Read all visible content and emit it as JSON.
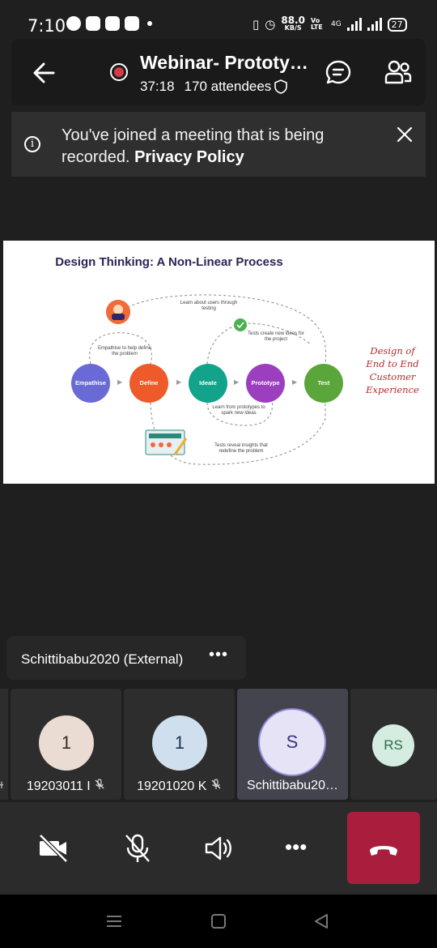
{
  "status_bar": {
    "time": "7:10",
    "net_speed_value": "88.0",
    "net_speed_unit": "KB/S",
    "volte": "Vo LTE",
    "network": "4G",
    "battery": "27"
  },
  "meeting": {
    "title": "Webinar- Prototy…",
    "duration": "37:18",
    "attendees": "170 attendees"
  },
  "banner": {
    "text": "You've joined a meeting that is being recorded.",
    "link": "Privacy Policy"
  },
  "slide": {
    "title": "Design Thinking: A Non-Linear Process",
    "stages": [
      "Empathise",
      "Define",
      "Ideate",
      "Prototype",
      "Test"
    ],
    "stage_colors": [
      "#6a6ad6",
      "#ee5a2a",
      "#12a38a",
      "#9b3fbf",
      "#5aa63b"
    ],
    "notes": {
      "learn_users": "Learn about users through testing",
      "empathise_help": "Empathise to help define the problem",
      "tests_create": "Tests create new ideas for the project",
      "learn_prototypes": "Learn from prototypes to spark new ideas",
      "tests_reveal": "Tests reveal insights that redefine the problem"
    },
    "script_lines": [
      "Design of",
      "End to End",
      "Customer",
      "Experience"
    ]
  },
  "speaker_pill": {
    "name": "Schittibabu2020 (External)",
    "more": "•••"
  },
  "participants": [
    {
      "initial": "1",
      "label": "19203011 I",
      "avatar_bg": "#eadcd3",
      "avatar_fg": "#3a2a22",
      "muted": true
    },
    {
      "initial": "1",
      "label": "19201020 K",
      "avatar_bg": "#d0dfee",
      "avatar_fg": "#1f3550",
      "muted": true
    },
    {
      "initial": "S",
      "label": "Schittibabu20…",
      "avatar_bg": "#e6e3f6",
      "avatar_fg": "#3c3580",
      "muted": false
    },
    {
      "initial": "RS",
      "label": "",
      "avatar_bg": "#d5ede0",
      "avatar_fg": "#2d6a4a",
      "muted": false
    }
  ],
  "controls": {
    "more": "•••"
  }
}
